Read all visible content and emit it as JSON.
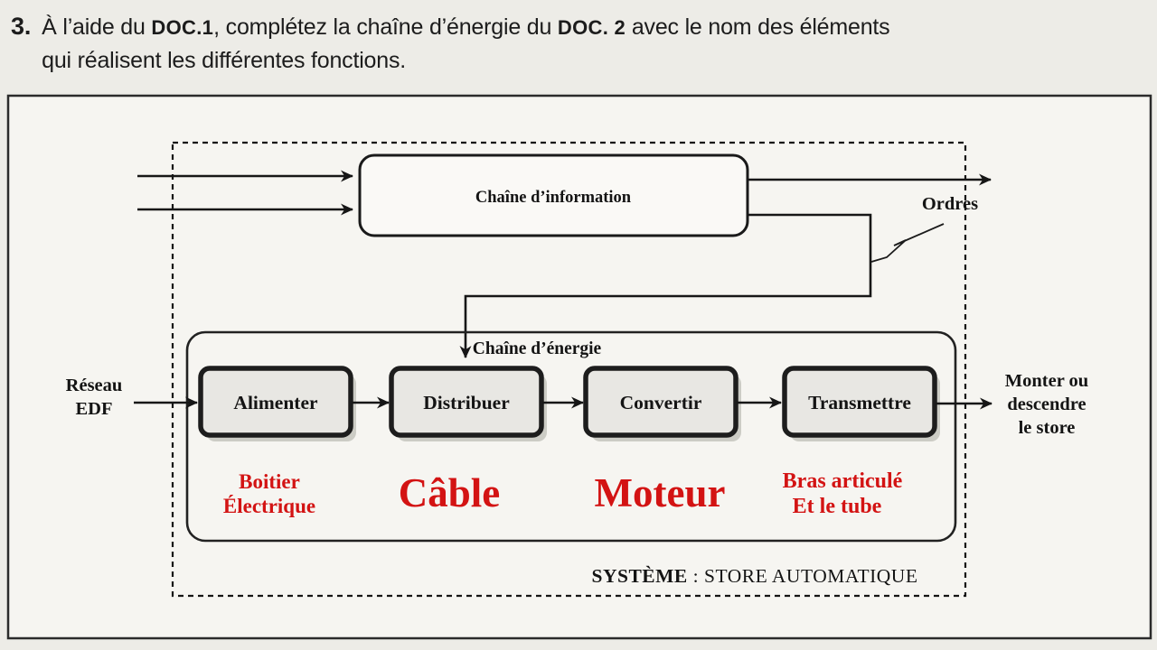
{
  "question": {
    "number": "3.",
    "line1_parts": [
      "À l’aide du ",
      "DOC.1",
      ", complétez la chaîne d’énergie du ",
      "DOC. 2",
      " avec le nom des éléments"
    ],
    "line2": "qui réalisent les différentes fonctions."
  },
  "diagram": {
    "information_chain": {
      "label": "Chaîne d’information",
      "output_label": "Ordres"
    },
    "energy_chain": {
      "label": "Chaîne d’énergie",
      "functions": [
        "Alimenter",
        "Distribuer",
        "Convertir",
        "Transmettre"
      ],
      "answers": {
        "alimenter": [
          "Boitier",
          "Électrique"
        ],
        "distribuer": "Câble",
        "convertir": "Moteur",
        "transmettre": [
          "Bras articulé",
          "Et le tube"
        ]
      },
      "answer_color": "#d31313"
    },
    "input_label": [
      "Réseau",
      "EDF"
    ],
    "output_label": [
      "Monter ou",
      "descendre",
      "le store"
    ],
    "system_label": {
      "bold": "SYSTÈME",
      "rest": " : STORE AUTOMATIQUE"
    }
  }
}
